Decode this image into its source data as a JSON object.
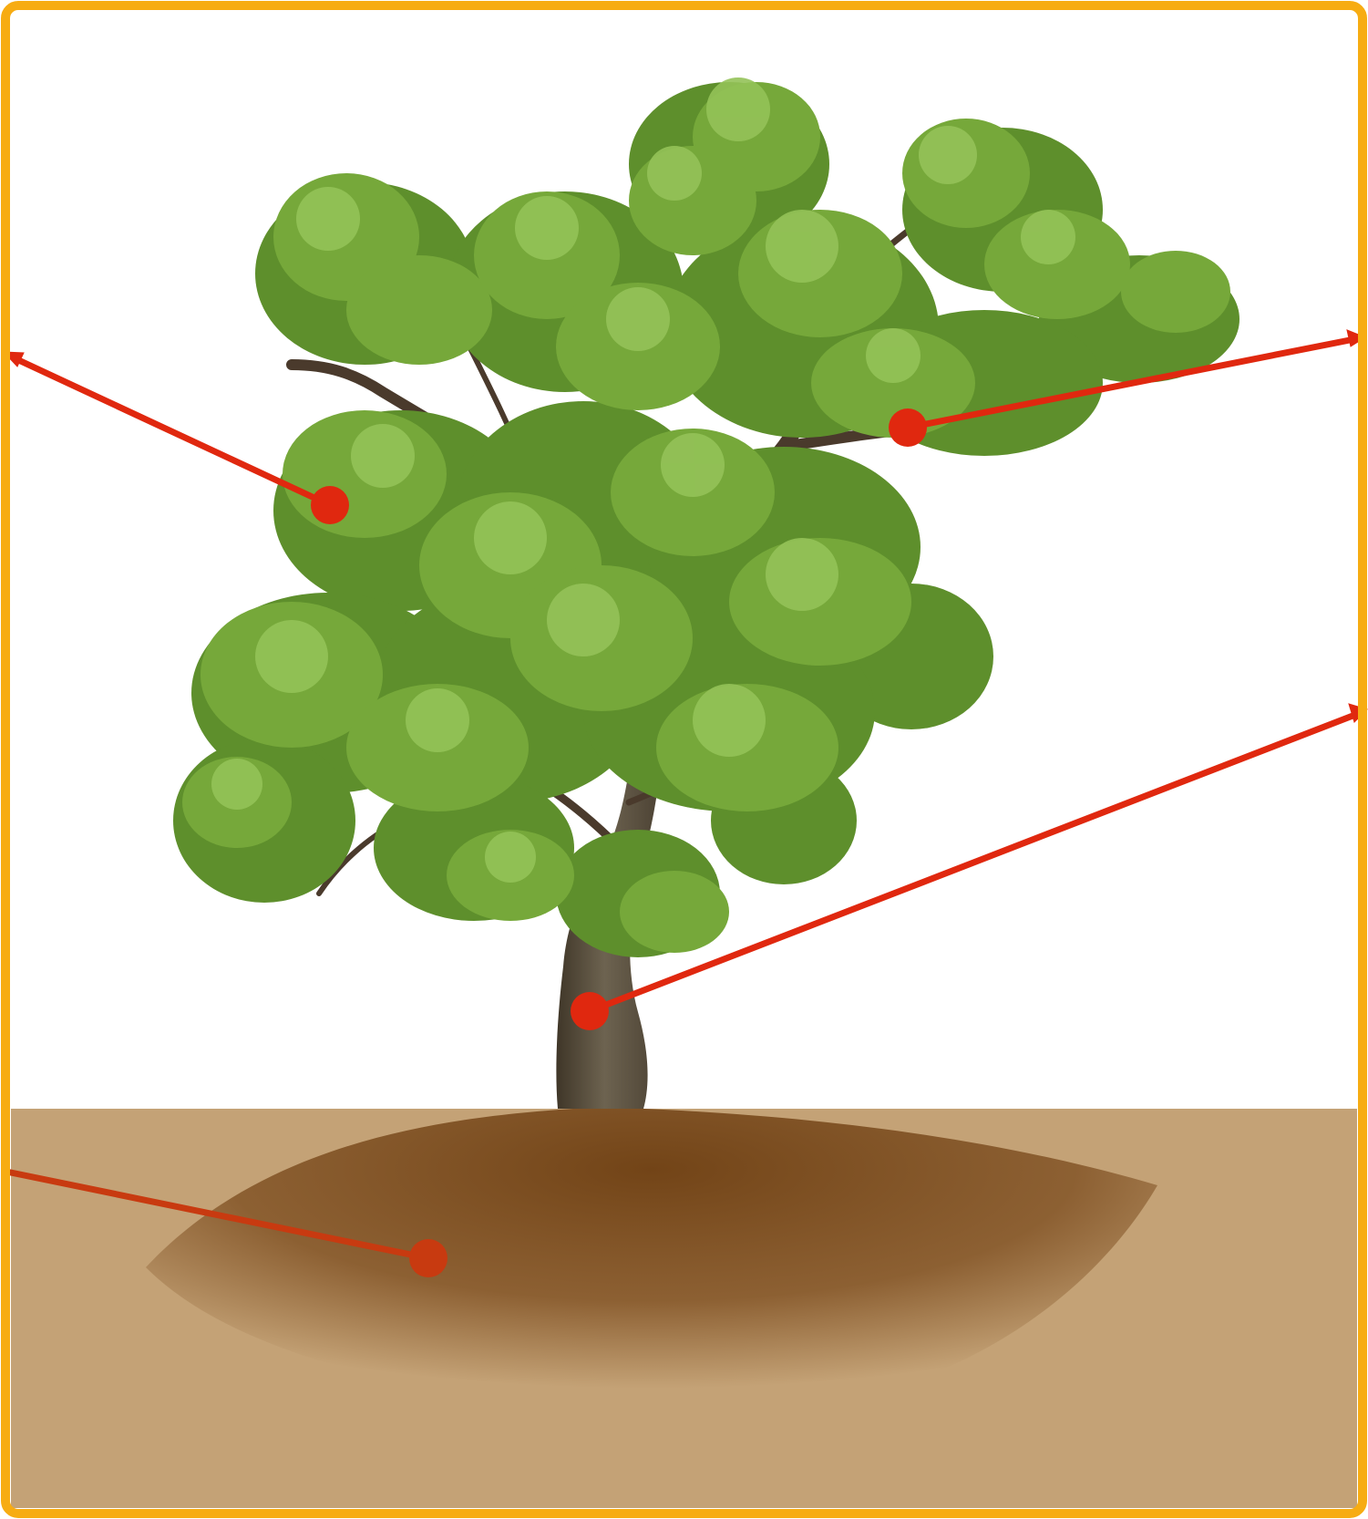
{
  "diagram": {
    "subject": "tree",
    "labels": [],
    "colors": {
      "frame": "#F7AC12",
      "soil": "#C4A276",
      "root": "#7A4A1C",
      "trunk": "#5E5242",
      "branch": "#4A3A2C",
      "leaf_dark": "#5E8F2C",
      "leaf_mid": "#76A83A",
      "leaf_light": "#94C258",
      "pointer_line": "#E0280F",
      "pointer_dot": "#E0280F"
    },
    "icons": [
      "pointer-arrow-icon",
      "pointer-dot-icon"
    ],
    "pointers": [
      {
        "id": "branches",
        "target": "canopy-left",
        "direction": "left"
      },
      {
        "id": "leaves",
        "target": "canopy-right",
        "direction": "right"
      },
      {
        "id": "trunk",
        "target": "trunk",
        "direction": "right"
      },
      {
        "id": "roots",
        "target": "roots",
        "direction": "left"
      }
    ]
  }
}
